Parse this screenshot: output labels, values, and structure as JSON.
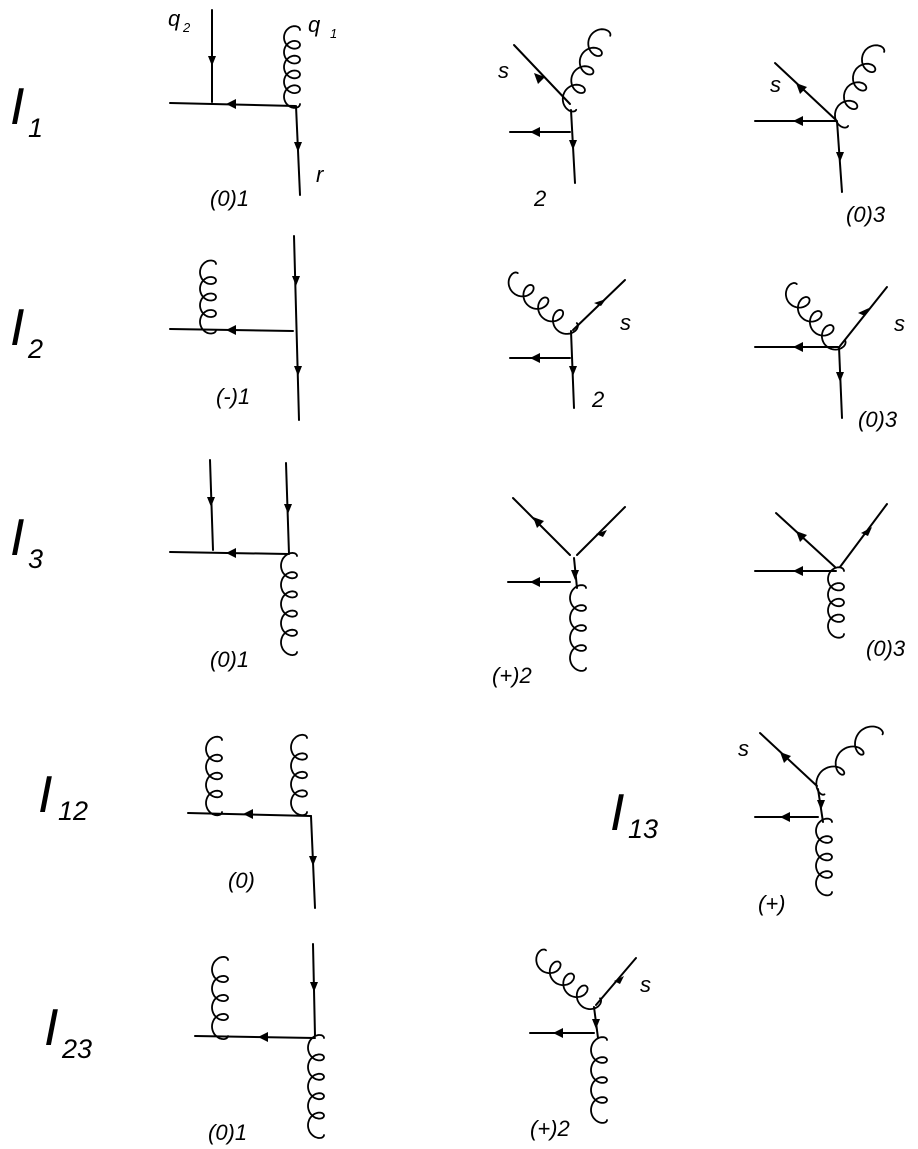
{
  "rows": {
    "I1": {
      "letter": "I",
      "sub": "1"
    },
    "I2": {
      "letter": "I",
      "sub": "2"
    },
    "I3": {
      "letter": "I",
      "sub": "3"
    },
    "I12": {
      "letter": "I",
      "sub": "12"
    },
    "I13": {
      "letter": "I",
      "sub": "13"
    },
    "I23": {
      "letter": "I",
      "sub": "23"
    }
  },
  "legs": {
    "q2": {
      "letter": "q",
      "sub": "2"
    },
    "q1": {
      "letter": "q",
      "sub": "1"
    },
    "r": "r",
    "s": "s"
  },
  "captions": {
    "i1_a": "(0)1",
    "i1_b": "2",
    "i1_c": "(0)3",
    "i2_a": "(-)1",
    "i2_b": "2",
    "i2_c": "(0)3",
    "i3_a": "(0)1",
    "i3_b": "(+)2",
    "i3_c": "(0)3",
    "i12": "(0)",
    "i13": "(+)",
    "i23_a": "(0)1",
    "i23_b": "(+)2"
  }
}
